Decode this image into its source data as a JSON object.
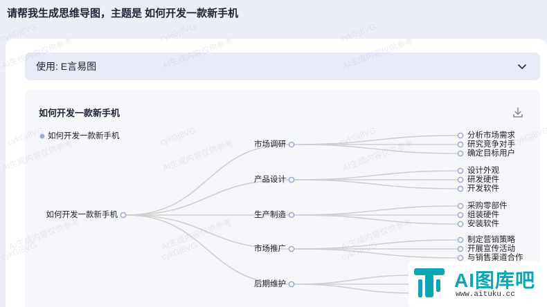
{
  "prompt": "请帮我生成思维导图，主题是 如何开发一款新手机",
  "tool_bar": {
    "label": "使用: E言易图",
    "chevron_icon": "chevron-down-icon"
  },
  "mindmap": {
    "title": "如何开发一款新手机",
    "download_icon": "download-icon",
    "legend": "如何开发一款新手机",
    "root": "如何开发一款新手机",
    "branches": [
      {
        "label": "市场调研",
        "children": [
          "分析市场需求",
          "研究竞争对手",
          "确定目标用户"
        ]
      },
      {
        "label": "产品设计",
        "children": [
          "设计外观",
          "研发硬件",
          "开发软件"
        ]
      },
      {
        "label": "生产制造",
        "children": [
          "采购零部件",
          "组装硬件",
          "安装软件"
        ]
      },
      {
        "label": "市场推广",
        "children": [
          "制定营销策略",
          "开展宣传活动",
          "与销售渠道合作"
        ]
      },
      {
        "label": "后期维护",
        "children": []
      }
    ]
  },
  "watermark": [
    "cykGj8VG",
    "AI生成内容仅供参考"
  ],
  "logo": {
    "name": "AI图库吧",
    "url": "www.aituku.cc"
  },
  "colors": {
    "accent": "#0aa6b4",
    "node": "#9aaed0",
    "line": "#cfcfcf"
  }
}
